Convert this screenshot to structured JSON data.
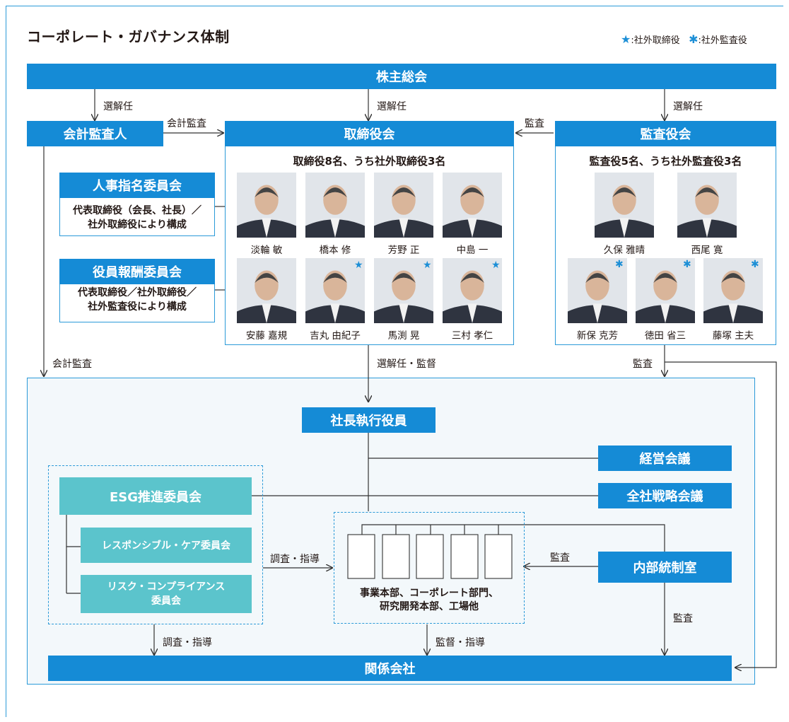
{
  "title": "コーポレート・ガバナンス体制",
  "legend": {
    "outside_director_symbol": "★",
    "outside_director_label": ":社外取締役",
    "outside_auditor_symbol": "✱",
    "outside_auditor_label": ":社外監査役"
  },
  "boxes": {
    "shareholders": "株主総会",
    "accounting_auditor": "会計監査人",
    "board_of_directors": "取締役会",
    "board_of_auditors": "監査役会",
    "nomination_committee": "人事指名委員会",
    "nomination_desc_1": "代表取締役（会長、社長）／",
    "nomination_desc_2": "社外取締役により構成",
    "compensation_committee": "役員報酬委員会",
    "compensation_desc_1": "代表取締役／社外取締役／",
    "compensation_desc_2": "社外監査役により構成",
    "president": "社長執行役員",
    "management_meeting": "経営会議",
    "strategy_meeting": "全社戦略会議",
    "esg_committee": "ESG推進委員会",
    "rc_committee": "レスポンシブル・ケア委員会",
    "risk_committee_1": "リスク・コンプライアンス",
    "risk_committee_2": "委員会",
    "internal_audit": "内部統制室",
    "divisions_1": "事業本部、コーポレート部門、",
    "divisions_2": "研究開発本部、工場他",
    "affiliates": "関係会社"
  },
  "board": {
    "composition": "取締役8名、うち社外取締役3名",
    "members": [
      {
        "name": "淡輪 敏",
        "star": ""
      },
      {
        "name": "橋本 修",
        "star": ""
      },
      {
        "name": "芳野 正",
        "star": ""
      },
      {
        "name": "中島 一",
        "star": ""
      },
      {
        "name": "安藤 嘉規",
        "star": ""
      },
      {
        "name": "吉丸 由紀子",
        "star": "★"
      },
      {
        "name": "馬渕 晃",
        "star": "★"
      },
      {
        "name": "三村 孝仁",
        "star": "★"
      }
    ]
  },
  "auditors": {
    "composition": "監査役5名、うち社外監査役3名",
    "members": [
      {
        "name": "久保 雅晴",
        "star": ""
      },
      {
        "name": "西尾 寛",
        "star": ""
      },
      {
        "name": "新保 克芳",
        "star": "✱"
      },
      {
        "name": "徳田 省三",
        "star": "✱"
      },
      {
        "name": "藤塚 主夫",
        "star": "✱"
      }
    ]
  },
  "labels": {
    "elect_1": "選解任",
    "elect_2": "選解任",
    "elect_3": "選解任",
    "accounting_audit_1": "会計監査",
    "audit_board": "監査",
    "accounting_audit_2": "会計監査",
    "elect_supervise": "選解任・監督",
    "audit_2": "監査",
    "investigate_1": "調査・指導",
    "audit_3": "監査",
    "investigate_2": "調査・指導",
    "supervise_guide": "監督・指導",
    "audit_4": "監査"
  }
}
